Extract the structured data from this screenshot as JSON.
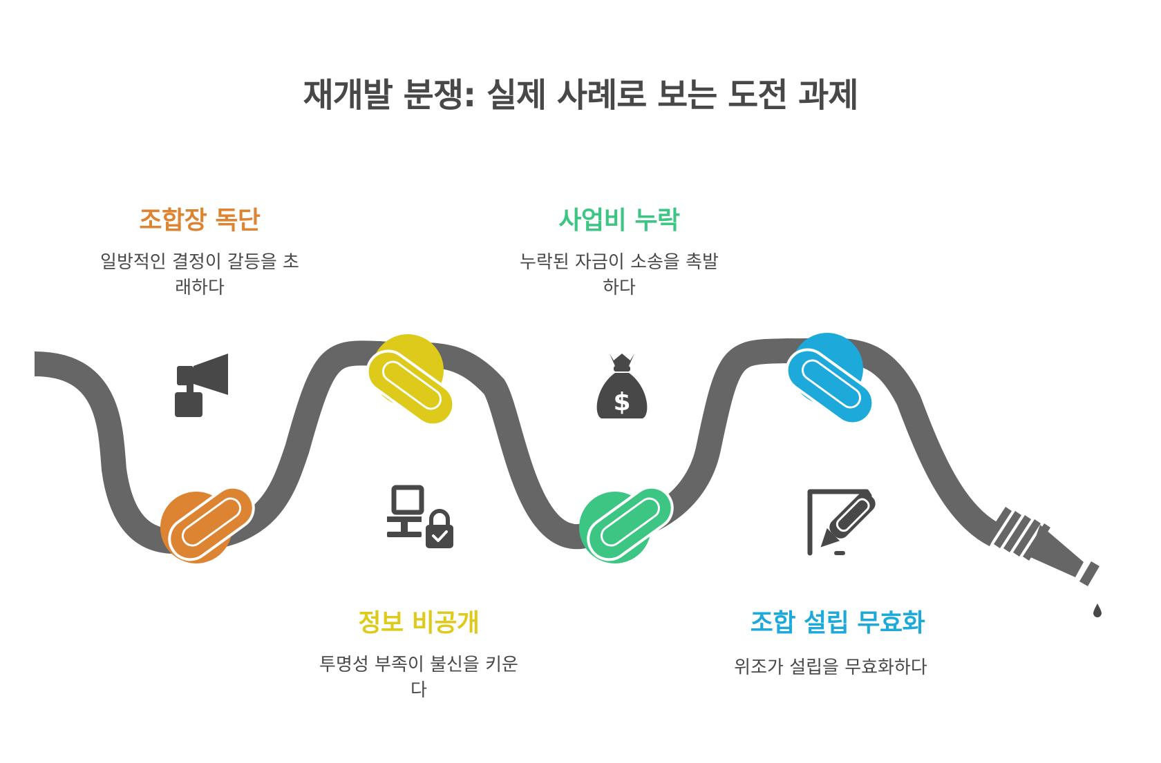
{
  "title": "재개발 분쟁: 실제 사례로 보는 도전 과제",
  "colors": {
    "rope": "#666666",
    "icon": "#484848",
    "orange": "#DD8433",
    "yellow": "#DDCA1A",
    "green": "#3DC583",
    "blue": "#1EA9DB"
  },
  "steps": [
    {
      "heading": "조합장 독단",
      "desc": "일방적인 결정이 갈등을 초\n래하다",
      "icon": "megaphone-icon",
      "color": "#DD8433"
    },
    {
      "heading": "정보 비공개",
      "desc": "투명성 부족이 불신을 키운\n다",
      "icon": "laptop-lock-icon",
      "color": "#DDCA1A"
    },
    {
      "heading": "사업비 누락",
      "desc": "누락된 자금이 소송을 촉발\n하다",
      "icon": "money-bag-icon",
      "color": "#3DC583"
    },
    {
      "heading": "조합 설립 무효화",
      "desc": "위조가 설립을 무효화하다",
      "icon": "signature-pen-icon",
      "color": "#1EA9DB"
    }
  ]
}
